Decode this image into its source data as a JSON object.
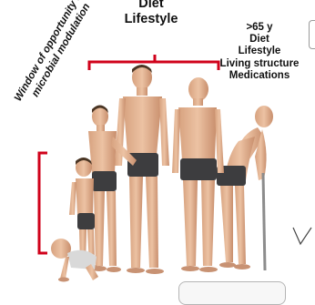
{
  "labels": {
    "top": [
      "Diet",
      "Lifestyle"
    ],
    "older": [
      ">65 y",
      "Diet",
      "Lifestyle",
      "Living structure",
      "Medications"
    ],
    "window": [
      "Window of opportunity for",
      "microbial modulation"
    ]
  },
  "colors": {
    "bracket": "#d0021b",
    "skin": "#e3b694",
    "skin_shade": "#c89273",
    "shorts": "#3d3d3f",
    "hair": "#4a3524",
    "cane": "#8c8c8c"
  }
}
